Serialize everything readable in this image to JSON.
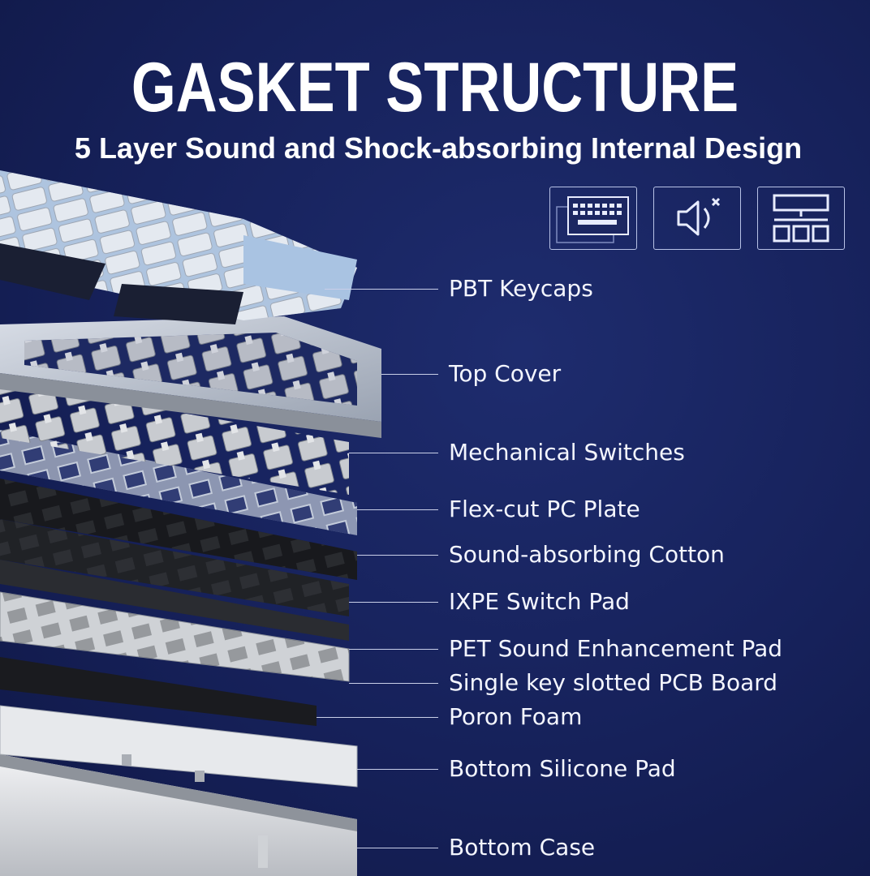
{
  "header": {
    "title": "GASKET STRUCTURE",
    "subtitle": "5 Layer Sound and Shock-absorbing Internal Design"
  },
  "feature_icons": [
    {
      "icon": "keyboard-icon"
    },
    {
      "icon": "speaker-mute-icon"
    },
    {
      "icon": "layout-structure-icon"
    }
  ],
  "layers": [
    {
      "label": "PBT Keycaps"
    },
    {
      "label": "Top Cover"
    },
    {
      "label": "Mechanical Switches"
    },
    {
      "label": "Flex-cut PC Plate"
    },
    {
      "label": "Sound-absorbing Cotton"
    },
    {
      "label": "IXPE Switch Pad"
    },
    {
      "label": "PET Sound Enhancement Pad"
    },
    {
      "label": "Single key slotted PCB Board"
    },
    {
      "label": "Poron Foam"
    },
    {
      "label": "Bottom Silicone Pad"
    },
    {
      "label": "Bottom Case"
    }
  ],
  "colors": {
    "background": "#16215a",
    "text": "#ffffff",
    "keycap_light": "#a9c3e2",
    "keycap_white": "#eef0f3",
    "keycap_dark": "#1a1f33"
  }
}
